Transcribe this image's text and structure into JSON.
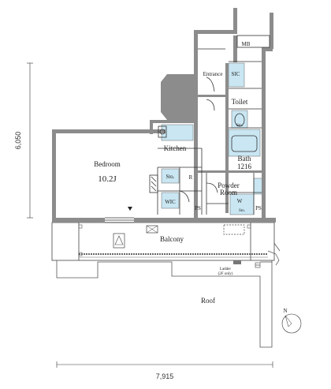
{
  "rooms": {
    "bedroom": "Bedroom",
    "bedroom_size": "10.2J",
    "kitchen": "Kitchen",
    "entrance": "Entrance",
    "sic": "SIC",
    "toilet": "Toilet",
    "sto_small": "Sto.",
    "bath": "Bath",
    "bath_size": "1216",
    "powder": "Powder",
    "powder2": "Room",
    "sto_left": "Sto.",
    "refrigerator": "R",
    "wic": "WIC",
    "ps_left": "PS",
    "washer": "W",
    "sto_right": "Sto.",
    "ps_right": "PS",
    "mb": "MB",
    "balcony": "Balcony",
    "ladder_1": "Ladder",
    "ladder_2": "(2F only)",
    "roof": "Roof",
    "north": "N"
  },
  "dimensions": {
    "vertical": "6,050",
    "horizontal": "7,915"
  },
  "colors": {
    "wet_area": "#c9e6f2",
    "wall": "#8c8c8c",
    "line": "#333333"
  }
}
